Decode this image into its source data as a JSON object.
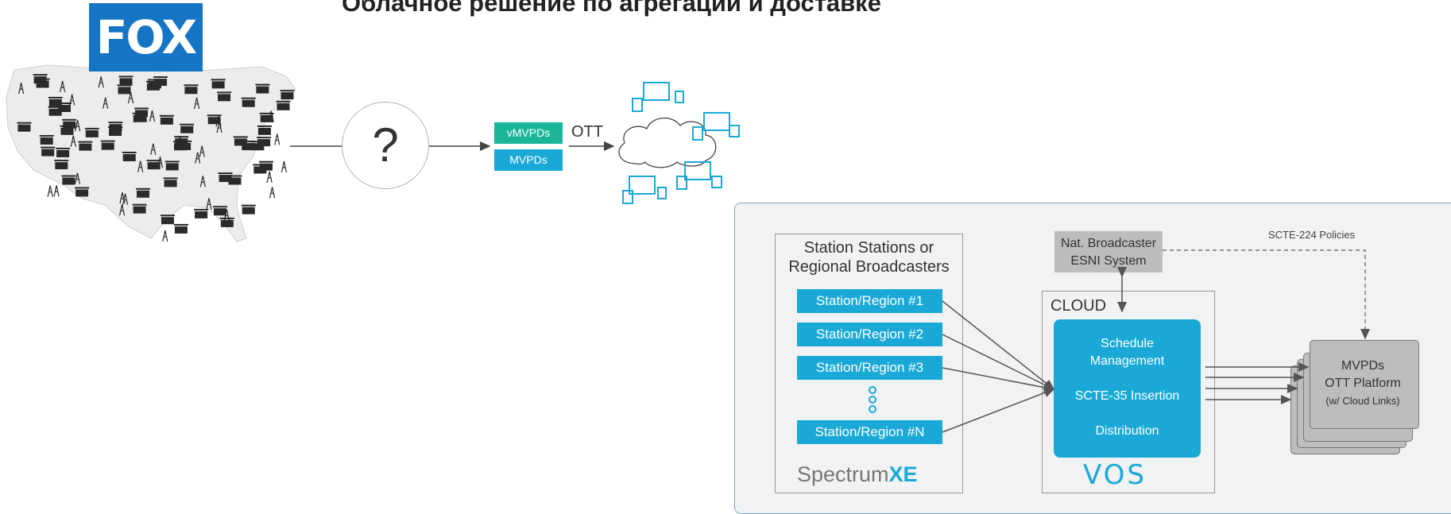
{
  "title": "Облачное решение по  агрегации и доставке",
  "logo_fox": "FOX",
  "question_mark": "?",
  "tags": {
    "vmvpds": "vMVPDs",
    "mvpds": "MVPDs",
    "ott": "OTT"
  },
  "station_group": {
    "heading": [
      "Station Stations or",
      "Regional Broadcasters"
    ],
    "stations": [
      "Station/Region #1",
      "Station/Region #2",
      "Station/Region #3",
      "Station/Region #N"
    ],
    "logo_word": "Spectrum",
    "logo_accent": "XE"
  },
  "nat_broadcaster": [
    "Nat. Broadcaster",
    "ESNI System"
  ],
  "cloud": {
    "label": "CLOUD",
    "functions": [
      "Schedule",
      "Management",
      "SCTE-35 Insertion",
      "Distribution"
    ],
    "logo": "VOS"
  },
  "scte_policies": "SCTE-224 Policies",
  "mvpd_platform": {
    "line1": "MVPDs",
    "line2": "OTT Platform",
    "note": "(w/ Cloud Links)"
  },
  "colors": {
    "accent_blue": "#1aa9d6",
    "accent_green": "#1bb69a",
    "fox_blue": "#1574c4",
    "panel_border": "#7aa7bf"
  },
  "icons": [
    "us-map-stations-icon",
    "cloud-icon",
    "device-icon",
    "arrow-icon"
  ]
}
